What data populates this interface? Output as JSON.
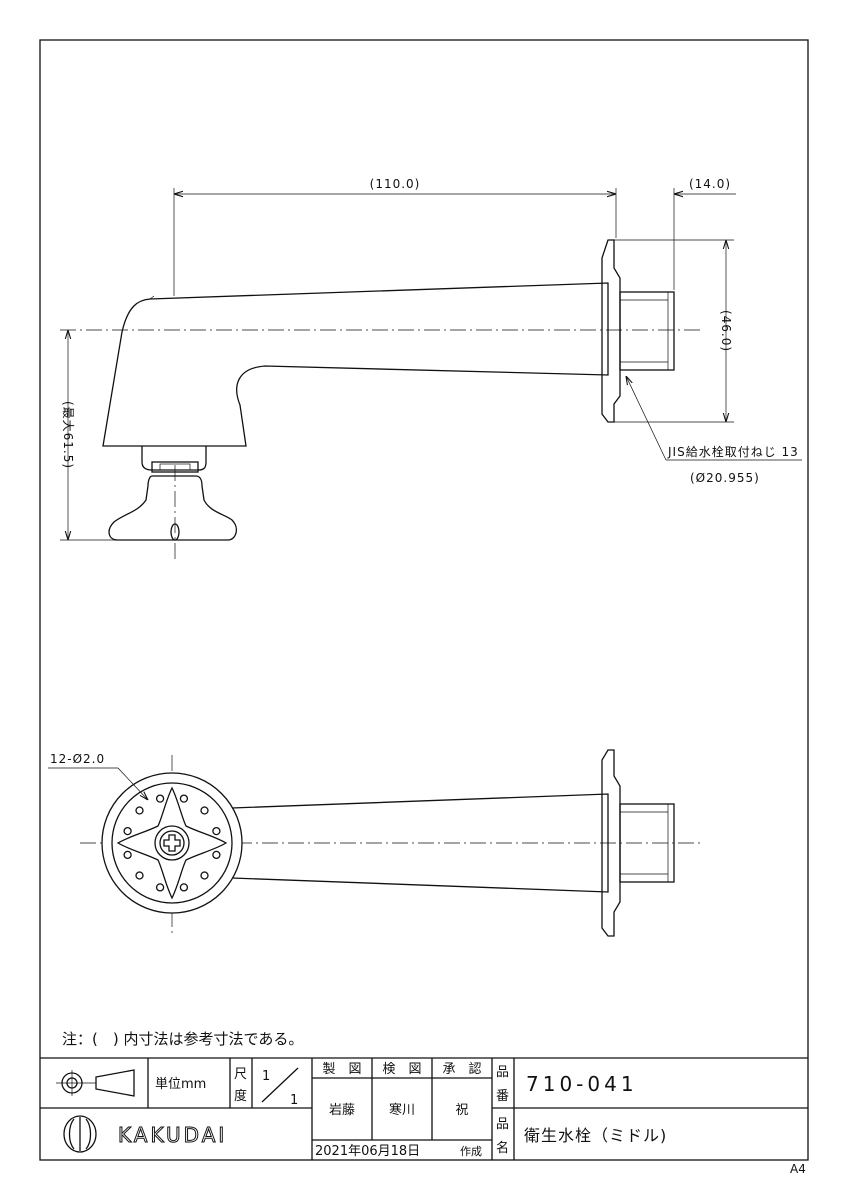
{
  "dimensions": {
    "length_total": "(110.0)",
    "thread_length": "(14.0)",
    "flange_diameter": "(46.0)",
    "max_height": "(最大61.5)",
    "thread_callout": "JIS給水栓取付ねじ 13",
    "thread_diameter": "(Ø20.955)",
    "holes": "12-Ø2.0"
  },
  "note": "注：(　) 内寸法は参考寸法である。",
  "title_block": {
    "unit_label": "単位mm",
    "scale_label_1": "尺",
    "scale_label_2": "度",
    "scale_num": "1",
    "scale_den": "1",
    "made_by_header": "製　図",
    "checked_by_header": "検　図",
    "approved_by_header": "承　認",
    "made_by": "岩藤",
    "checked_by": "寒川",
    "approved_by": "祝",
    "part_no_label_1": "品",
    "part_no_label_2": "番",
    "part_no": "710-041",
    "name_label_1": "品",
    "name_label_2": "名",
    "product_name": "衛生水栓（ミドル)",
    "date": "2021年06月18日",
    "date_suffix": "作成",
    "company": "KAKUDAI"
  },
  "paper_size": "A4"
}
